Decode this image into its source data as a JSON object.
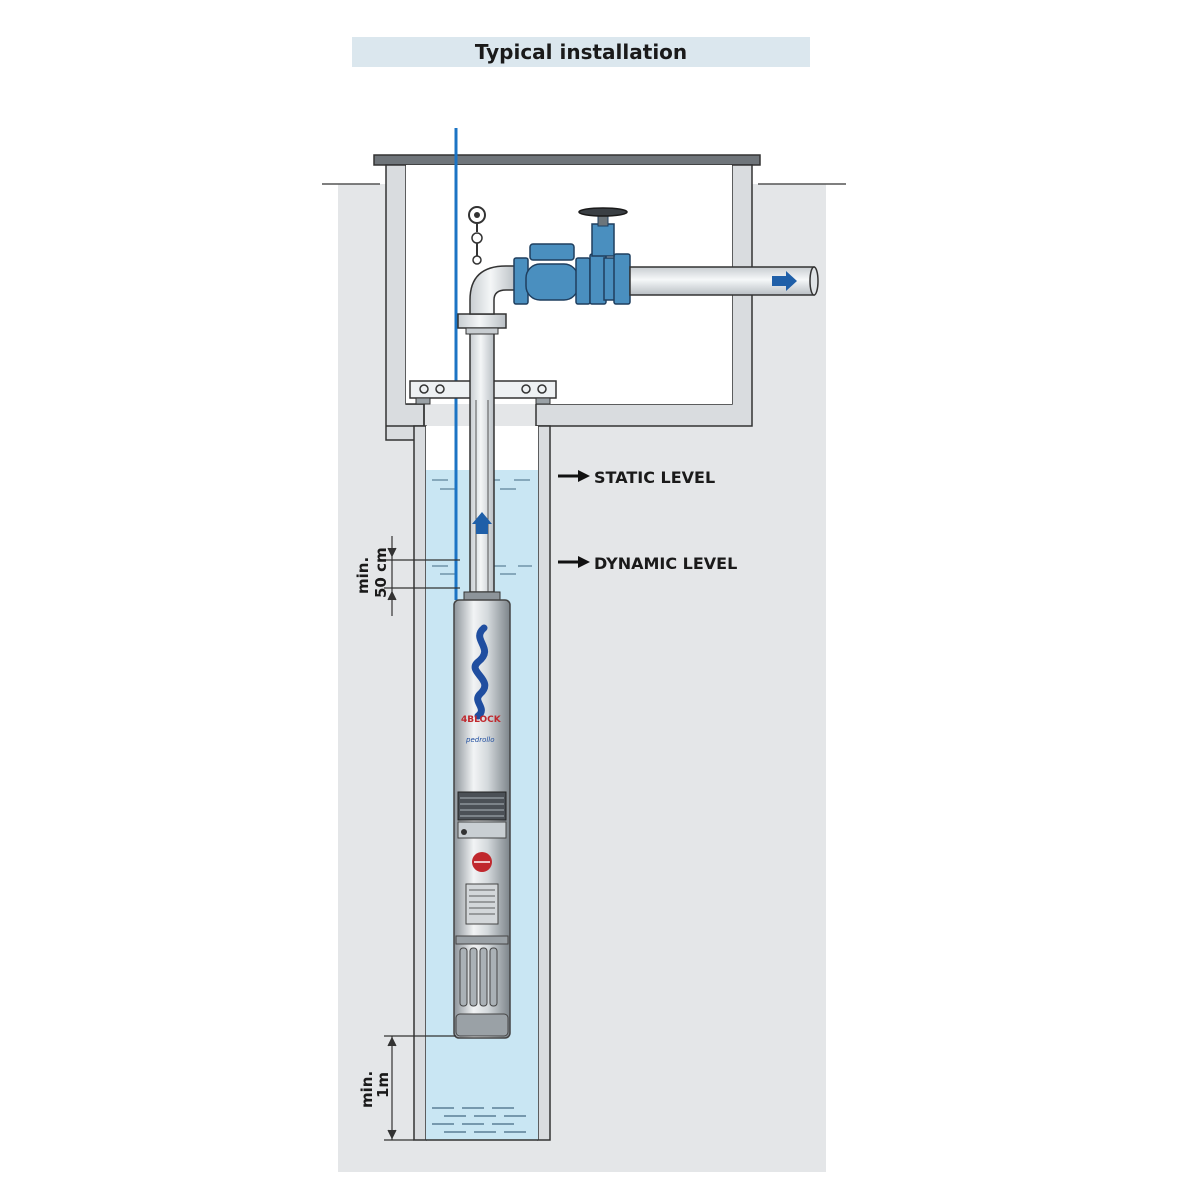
{
  "title": "Typical installation",
  "labels": {
    "static_level": "STATIC LEVEL",
    "dynamic_level": "DYNAMIC LEVEL",
    "min_50_line1": "min.",
    "min_50_line2": "50 cm",
    "min_1m_line1": "min.",
    "min_1m_line2": "1m"
  },
  "pump_branding": {
    "model": "4BLOCK",
    "brand": "pedrollo"
  },
  "colors": {
    "water": "#c9e6f3",
    "ground": "#e4e6e8",
    "concrete": "#d9dcdf",
    "pipe": "#dfe3e6",
    "valve": "#4a8fbf",
    "flow_arrow": "#1f5fa8",
    "cable": "#1c74c4"
  }
}
